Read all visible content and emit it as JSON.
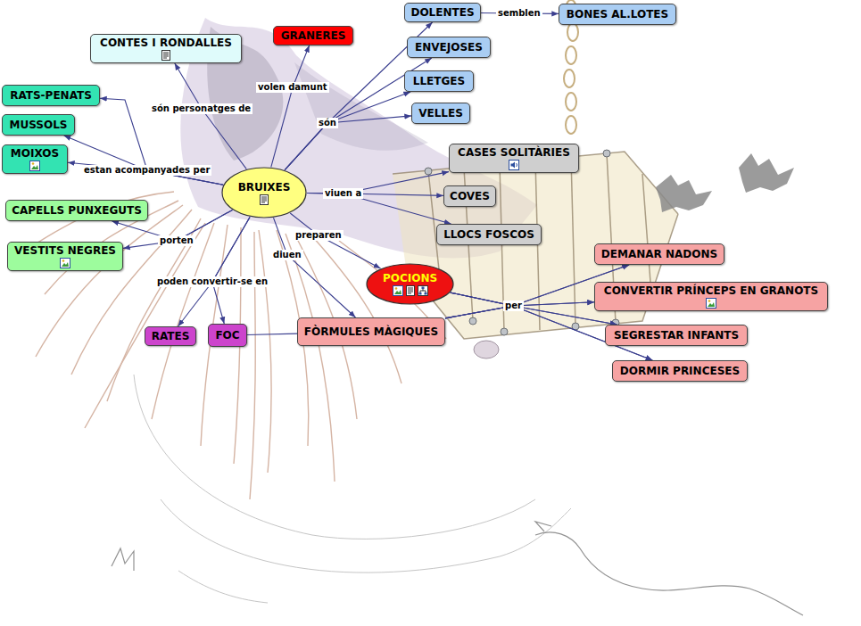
{
  "diagram": {
    "nodes": [
      {
        "text": [
          "DOLENTES"
        ]
      },
      {
        "text": [
          "BONES AL.LOTES"
        ]
      },
      {
        "text": [
          "CONTES I RONDALLES"
        ]
      },
      {
        "text": [
          "GRANERES"
        ]
      },
      {
        "text": [
          "ENVEJOSES"
        ]
      },
      {
        "text": [
          "LLETGES"
        ]
      },
      {
        "text": [
          "RATS-PENATS"
        ]
      },
      {
        "text": [
          "VELLES"
        ]
      },
      {
        "text": [
          "MUSSOLS"
        ]
      },
      {
        "text": [
          "MOIXOS"
        ]
      },
      {
        "text": [
          "CASES SOLITÀRIES"
        ]
      },
      {
        "text": [
          "BRUIXES"
        ]
      },
      {
        "text": [
          "COVES"
        ]
      },
      {
        "text": [
          "CAPELLS PUNXEGUTS"
        ]
      },
      {
        "text": [
          "LLOCS FOSCOS"
        ]
      },
      {
        "text": [
          "VESTITS NEGRES"
        ]
      },
      {
        "text": [
          "DEMANAR NADONS"
        ]
      },
      {
        "text": [
          "POCIONS"
        ]
      },
      {
        "text": [
          "CONVERTIR PRÍNCEPS EN GRANOTS"
        ]
      },
      {
        "text": [
          "FÒRMULES MÀGIQUES"
        ]
      },
      {
        "text": [
          "RATES"
        ]
      },
      {
        "text": [
          "FOC"
        ]
      },
      {
        "text": [
          "SEGRESTAR INFANTS"
        ]
      },
      {
        "text": [
          "DORMIR PRINCESES"
        ]
      }
    ],
    "edges": [
      {
        "from": 11,
        "to": 2,
        "arrow": "to",
        "label": "són personatges de"
      },
      {
        "from": 11,
        "to": 3,
        "arrow": "to",
        "label": "volen damunt"
      },
      {
        "from": 11,
        "to": 0,
        "arrow": "to",
        "label": "són"
      },
      {
        "from": 11,
        "to": 4,
        "arrow": "to"
      },
      {
        "from": 11,
        "to": 5,
        "arrow": "to"
      },
      {
        "from": 11,
        "to": 7,
        "arrow": "to"
      },
      {
        "from": 0,
        "to": 1,
        "arrow": "to",
        "label": "semblen"
      },
      {
        "from": 11,
        "to": 6,
        "arrow": "to",
        "label": "estan acompanyades per"
      },
      {
        "from": 11,
        "to": 8,
        "arrow": "to"
      },
      {
        "from": 11,
        "to": 9,
        "arrow": "to"
      },
      {
        "from": 11,
        "to": 10,
        "arrow": "to",
        "label": "viuen a"
      },
      {
        "from": 11,
        "to": 12,
        "arrow": "to"
      },
      {
        "from": 11,
        "to": 14,
        "arrow": "to"
      },
      {
        "from": 11,
        "to": 13,
        "arrow": "to",
        "label": "porten"
      },
      {
        "from": 11,
        "to": 15,
        "arrow": "to"
      },
      {
        "from": 11,
        "to": 17,
        "arrow": "to",
        "label": "preparen"
      },
      {
        "from": 11,
        "to": 19,
        "arrow": "to",
        "label": "diuen"
      },
      {
        "from": 11,
        "to": 20,
        "arrow": "to",
        "label": "poden convertir-se en"
      },
      {
        "from": 11,
        "to": 21,
        "arrow": "to"
      },
      {
        "from": 17,
        "to": 16,
        "arrow": "to",
        "label": "per"
      },
      {
        "from": 17,
        "to": 18,
        "arrow": "to"
      },
      {
        "from": 17,
        "to": 22,
        "arrow": "to"
      },
      {
        "from": 17,
        "to": 23,
        "arrow": "to"
      },
      {
        "from": 19,
        "to": 16,
        "arrow": "to"
      },
      {
        "from": 19,
        "to": 18,
        "arrow": "to"
      },
      {
        "from": 19,
        "to": 22,
        "arrow": "to"
      },
      {
        "from": 19,
        "to": 23,
        "arrow": "to"
      },
      {
        "from": 21,
        "to": 19,
        "arrow": "none"
      }
    ]
  }
}
